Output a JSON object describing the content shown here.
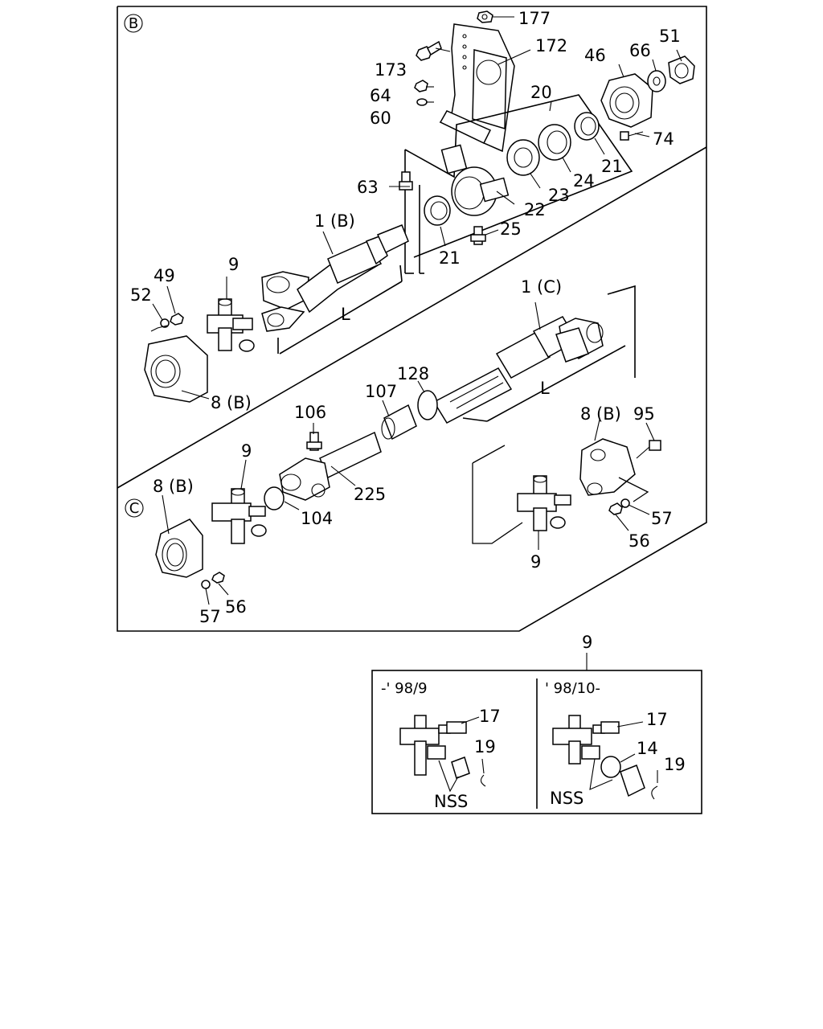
{
  "sections": {
    "b_marker": "B",
    "c_marker": "C"
  },
  "labels": {
    "l177": "177",
    "l172": "172",
    "l173": "173",
    "l64": "64",
    "l60": "60",
    "l46": "46",
    "l66": "66",
    "l51": "51",
    "l20": "20",
    "l74": "74",
    "l21a": "21",
    "l24": "24",
    "l23": "23",
    "l22": "22",
    "l63": "63",
    "l25": "25",
    "l21b": "21",
    "l1b": "1 (B)",
    "l9a": "9",
    "l49": "49",
    "l52": "52",
    "lLa": "L",
    "l8b_a": "8 (B)",
    "l1c": "1 (C)",
    "l128": "128",
    "l107": "107",
    "lLb": "L",
    "l106": "106",
    "l8b_b": "8 (B)",
    "l95": "95",
    "l9b": "9",
    "l8b_c": "8 (B)",
    "l225": "225",
    "l104": "104",
    "l57a": "57",
    "l56a": "56",
    "l9c": "9",
    "l57b": "57",
    "l56b": "56"
  },
  "inset": {
    "title": "9",
    "left_header": "-' 98/9",
    "right_header": "' 98/10-",
    "left_17": "17",
    "left_19": "19",
    "left_nss": "NSS",
    "right_17": "17",
    "right_14": "14",
    "right_19": "19",
    "right_nss": "NSS"
  }
}
